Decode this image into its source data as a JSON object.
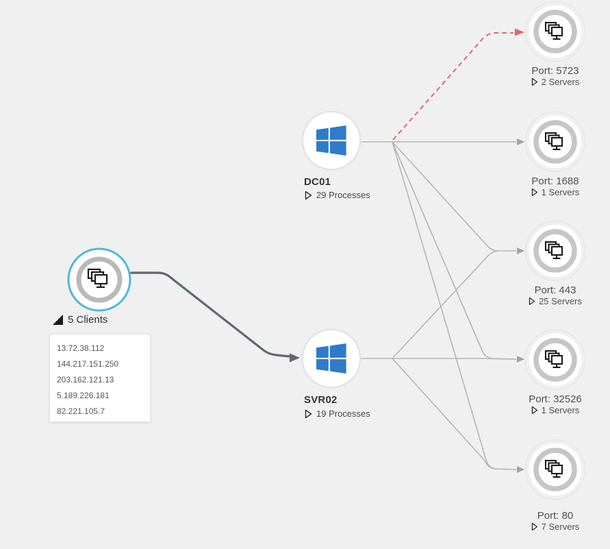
{
  "colors": {
    "accent_cyan": "#4cb9d6",
    "edge_gray": "#b5b5b5",
    "arrow_gray": "#a3a3a3",
    "edge_red": "#dc6a68",
    "edge_dark": "#5d6a6e",
    "windows_blue": "#2e7bcc",
    "ring_gray": "#c6c6c6",
    "background": "#f0f0f0"
  },
  "icons": {
    "client_group": "stacked-monitors",
    "server_group": "stacked-monitors",
    "machine": "windows-logo",
    "expander": "lower-right-triangle",
    "row_expander": "play-outline"
  },
  "client_group": {
    "label": "5 Clients",
    "ips": [
      "13.72.38.112",
      "144.217.151.250",
      "203.162.121.13",
      "5.189.226.181",
      "82.221.105.7"
    ]
  },
  "machines": [
    {
      "name": "DC01",
      "processes": "29 Processes"
    },
    {
      "name": "SVR02",
      "processes": "19 Processes"
    }
  ],
  "ports": [
    {
      "label": "Port: 5723",
      "servers": "2 Servers"
    },
    {
      "label": "Port: 1688",
      "servers": "1 Servers"
    },
    {
      "label": "Port: 443",
      "servers": "25 Servers"
    },
    {
      "label": "Port: 32526",
      "servers": "1 Servers"
    },
    {
      "label": "Port: 80",
      "servers": "7 Servers"
    }
  ]
}
